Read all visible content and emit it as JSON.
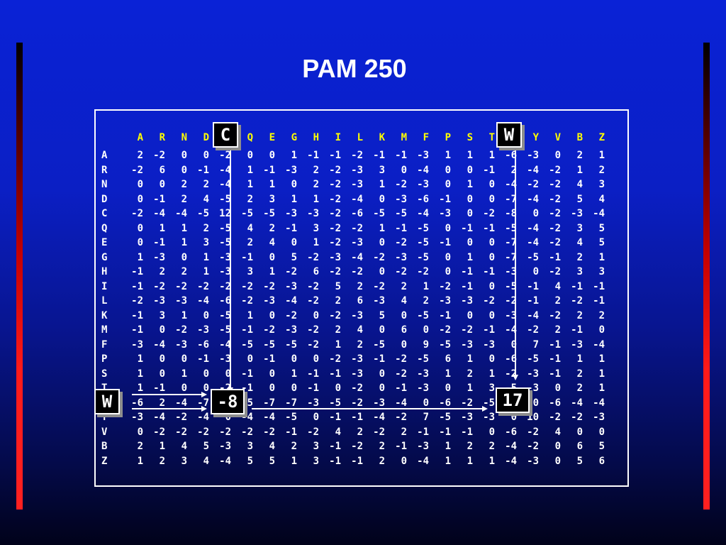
{
  "slide": {
    "title": "PAM 250"
  },
  "colors": {
    "background": "#0a22d6",
    "header_letters": "#ffff00",
    "cell_text": "#ffffff",
    "side_bars": "#ff1a1a",
    "badge_fill": "#000000"
  },
  "matrix": {
    "columns": [
      "A",
      "R",
      "N",
      "D",
      "C",
      "Q",
      "E",
      "G",
      "H",
      "I",
      "L",
      "K",
      "M",
      "F",
      "P",
      "S",
      "T",
      "W",
      "Y",
      "V",
      "B",
      "Z"
    ],
    "rows": [
      {
        "label": "A",
        "values": [
          "2",
          "-2",
          "0",
          "0",
          "-2",
          "0",
          "0",
          "1",
          "-1",
          "-1",
          "-2",
          "-1",
          "-1",
          "-3",
          "1",
          "1",
          "1",
          "-6",
          "-3",
          "0",
          "2",
          "1"
        ]
      },
      {
        "label": "R",
        "values": [
          "-2",
          "6",
          "0",
          "-1",
          "-4",
          "1",
          "-1",
          "-3",
          "2",
          "-2",
          "-3",
          "3",
          "0",
          "-4",
          "0",
          "0",
          "-1",
          "2",
          "-4",
          "-2",
          "1",
          "2"
        ]
      },
      {
        "label": "N",
        "values": [
          "0",
          "0",
          "2",
          "2",
          "-4",
          "1",
          "1",
          "0",
          "2",
          "-2",
          "-3",
          "1",
          "-2",
          "-3",
          "0",
          "1",
          "0",
          "-4",
          "-2",
          "-2",
          "4",
          "3"
        ]
      },
      {
        "label": "D",
        "values": [
          "0",
          "-1",
          "2",
          "4",
          "-5",
          "2",
          "3",
          "1",
          "1",
          "-2",
          "-4",
          "0",
          "-3",
          "-6",
          "-1",
          "0",
          "0",
          "-7",
          "-4",
          "-2",
          "5",
          "4"
        ]
      },
      {
        "label": "C",
        "values": [
          "-2",
          "-4",
          "-4",
          "-5",
          "12",
          "-5",
          "-5",
          "-3",
          "-3",
          "-2",
          "-6",
          "-5",
          "-5",
          "-4",
          "-3",
          "0",
          "-2",
          "-8",
          "0",
          "-2",
          "-3",
          "-4"
        ]
      },
      {
        "label": "Q",
        "values": [
          "0",
          "1",
          "1",
          "2",
          "-5",
          "4",
          "2",
          "-1",
          "3",
          "-2",
          "-2",
          "1",
          "-1",
          "-5",
          "0",
          "-1",
          "-1",
          "-5",
          "-4",
          "-2",
          "3",
          "5"
        ]
      },
      {
        "label": "E",
        "values": [
          "0",
          "-1",
          "1",
          "3",
          "-5",
          "2",
          "4",
          "0",
          "1",
          "-2",
          "-3",
          "0",
          "-2",
          "-5",
          "-1",
          "0",
          "0",
          "-7",
          "-4",
          "-2",
          "4",
          "5"
        ]
      },
      {
        "label": "G",
        "values": [
          "1",
          "-3",
          "0",
          "1",
          "-3",
          "-1",
          "0",
          "5",
          "-2",
          "-3",
          "-4",
          "-2",
          "-3",
          "-5",
          "0",
          "1",
          "0",
          "-7",
          "-5",
          "-1",
          "2",
          "1"
        ]
      },
      {
        "label": "H",
        "values": [
          "-1",
          "2",
          "2",
          "1",
          "-3",
          "3",
          "1",
          "-2",
          "6",
          "-2",
          "-2",
          "0",
          "-2",
          "-2",
          "0",
          "-1",
          "-1",
          "-3",
          "0",
          "-2",
          "3",
          "3"
        ]
      },
      {
        "label": "I",
        "values": [
          "-1",
          "-2",
          "-2",
          "-2",
          "-2",
          "-2",
          "-2",
          "-3",
          "-2",
          "5",
          "2",
          "-2",
          "2",
          "1",
          "-2",
          "-1",
          "0",
          "-5",
          "-1",
          "4",
          "-1",
          "-1"
        ]
      },
      {
        "label": "L",
        "values": [
          "-2",
          "-3",
          "-3",
          "-4",
          "-6",
          "-2",
          "-3",
          "-4",
          "-2",
          "2",
          "6",
          "-3",
          "4",
          "2",
          "-3",
          "-3",
          "-2",
          "-2",
          "-1",
          "2",
          "-2",
          "-1"
        ]
      },
      {
        "label": "K",
        "values": [
          "-1",
          "3",
          "1",
          "0",
          "-5",
          "1",
          "0",
          "-2",
          "0",
          "-2",
          "-3",
          "5",
          "0",
          "-5",
          "-1",
          "0",
          "0",
          "-3",
          "-4",
          "-2",
          "2",
          "2"
        ]
      },
      {
        "label": "M",
        "values": [
          "-1",
          "0",
          "-2",
          "-3",
          "-5",
          "-1",
          "-2",
          "-3",
          "-2",
          "2",
          "4",
          "0",
          "6",
          "0",
          "-2",
          "-2",
          "-1",
          "-4",
          "-2",
          "2",
          "-1",
          "0"
        ]
      },
      {
        "label": "F",
        "values": [
          "-3",
          "-4",
          "-3",
          "-6",
          "-4",
          "-5",
          "-5",
          "-5",
          "-2",
          "1",
          "2",
          "-5",
          "0",
          "9",
          "-5",
          "-3",
          "-3",
          "0",
          "7",
          "-1",
          "-3",
          "-4"
        ]
      },
      {
        "label": "P",
        "values": [
          "1",
          "0",
          "0",
          "-1",
          "-3",
          "0",
          "-1",
          "0",
          "0",
          "-2",
          "-3",
          "-1",
          "-2",
          "-5",
          "6",
          "1",
          "0",
          "-6",
          "-5",
          "-1",
          "1",
          "1"
        ]
      },
      {
        "label": "S",
        "values": [
          "1",
          "0",
          "1",
          "0",
          "0",
          "-1",
          "0",
          "1",
          "-1",
          "-1",
          "-3",
          "0",
          "-2",
          "-3",
          "1",
          "2",
          "1",
          "-2",
          "-3",
          "-1",
          "2",
          "1"
        ]
      },
      {
        "label": "T",
        "values": [
          "1",
          "-1",
          "0",
          "0",
          "-2",
          "-1",
          "0",
          "0",
          "-1",
          "0",
          "-2",
          "0",
          "-1",
          "-3",
          "0",
          "1",
          "3",
          "-5",
          "-3",
          "0",
          "2",
          "1"
        ]
      },
      {
        "label": "W",
        "values": [
          "-6",
          "2",
          "-4",
          "-7",
          "-8",
          "-5",
          "-7",
          "-7",
          "-3",
          "-5",
          "-2",
          "-3",
          "-4",
          "0",
          "-6",
          "-2",
          "-5",
          "17",
          "0",
          "-6",
          "-4",
          "-4"
        ]
      },
      {
        "label": "Y",
        "values": [
          "-3",
          "-4",
          "-2",
          "-4",
          "0",
          "-4",
          "-4",
          "-5",
          "0",
          "-1",
          "-1",
          "-4",
          "-2",
          "7",
          "-5",
          "-3",
          "-3",
          "0",
          "10",
          "-2",
          "-2",
          "-3"
        ]
      },
      {
        "label": "V",
        "values": [
          "0",
          "-2",
          "-2",
          "-2",
          "-2",
          "-2",
          "-2",
          "-1",
          "-2",
          "4",
          "2",
          "-2",
          "2",
          "-1",
          "-1",
          "-1",
          "0",
          "-6",
          "-2",
          "4",
          "0",
          "0"
        ]
      },
      {
        "label": "B",
        "values": [
          "2",
          "1",
          "4",
          "5",
          "-3",
          "3",
          "4",
          "2",
          "3",
          "-1",
          "-2",
          "2",
          "-1",
          "-3",
          "1",
          "2",
          "2",
          "-4",
          "-2",
          "0",
          "6",
          "5"
        ]
      },
      {
        "label": "Z",
        "values": [
          "1",
          "2",
          "3",
          "4",
          "-4",
          "5",
          "5",
          "1",
          "3",
          "-1",
          "-1",
          "2",
          "0",
          "-4",
          "1",
          "1",
          "1",
          "-4",
          "-3",
          "0",
          "5",
          "6"
        ]
      }
    ]
  },
  "callouts": {
    "col_c": "C",
    "col_w": "W",
    "row_w": "W",
    "score_wc": "-8",
    "score_ww": "17"
  }
}
